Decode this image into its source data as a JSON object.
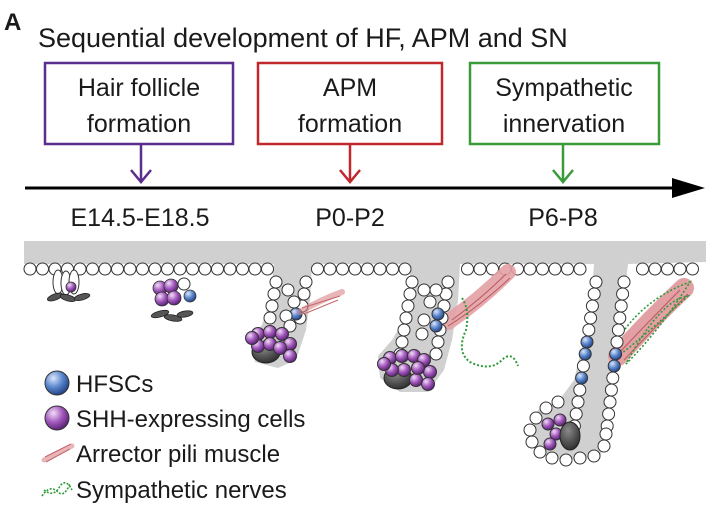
{
  "panel_letter": "A",
  "title": "Sequential development of HF, APM and SN",
  "stages": [
    {
      "line1": "Hair follicle",
      "line2": "formation",
      "time": "E14.5-E18.5",
      "color": "#5b2d8e"
    },
    {
      "line1": "APM",
      "line2": "formation",
      "time": "P0-P2",
      "color": "#c0282d"
    },
    {
      "line1": "Sympathetic",
      "line2": "innervation",
      "time": "P6-P8",
      "color": "#3a9b3a"
    }
  ],
  "legend": [
    {
      "label": "HFSCs",
      "icon": "blue-sphere-icon",
      "color": "#4a78c0"
    },
    {
      "label": "SHH-expressing cells",
      "icon": "purple-sphere-icon",
      "color": "#9c4fb3"
    },
    {
      "label": "Arrector pili muscle",
      "icon": "muscle-fiber-icon",
      "color": "#d9868a"
    },
    {
      "label": "Sympathetic nerves",
      "icon": "nerve-fiber-icon",
      "color": "#2f9a3a"
    }
  ],
  "colors": {
    "skin": "#d0d0d0",
    "arrow": "#000000",
    "dermal_papilla": "#4a4a4a"
  }
}
